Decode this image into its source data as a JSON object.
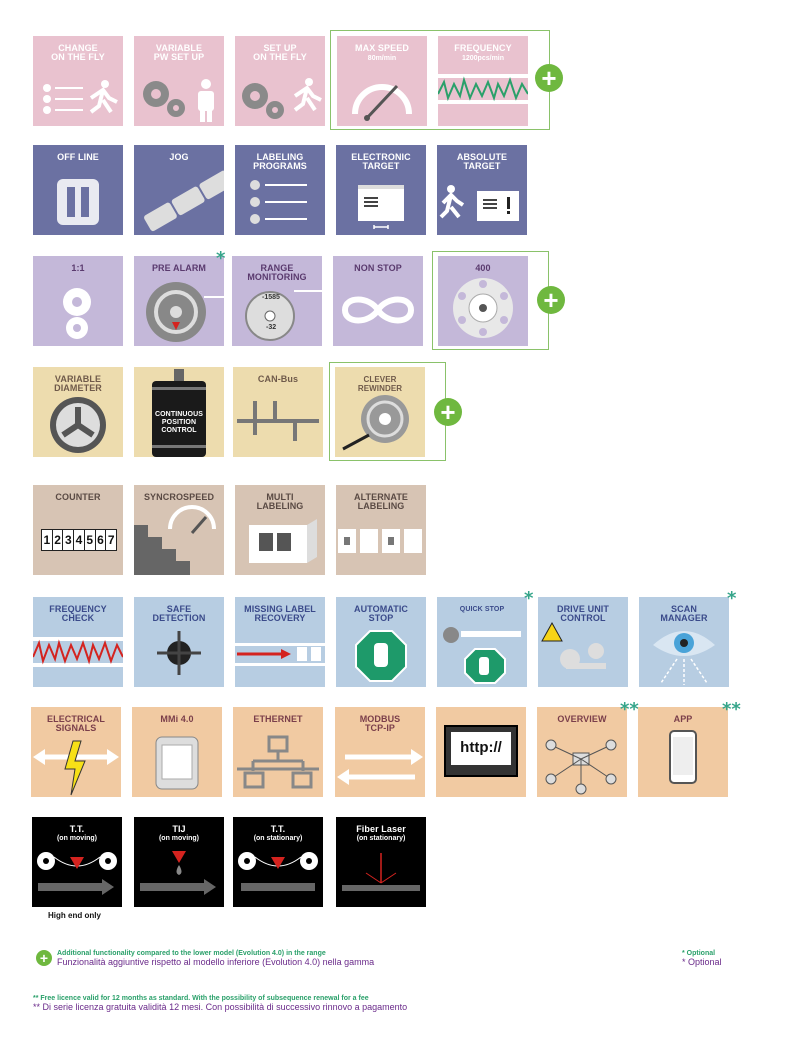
{
  "row1": {
    "change": "CHANGE\nON THE FLY",
    "variable": "VARIABLE\nPW SET UP",
    "setup": "SET UP\nON THE FLY",
    "maxspeed": "MAX SPEED",
    "maxspeed_sub": "80m/min",
    "frequency": "FREQUENCY",
    "frequency_sub": "1200pcs/min"
  },
  "row2": {
    "offline": "OFF LINE",
    "jog": "JOG",
    "labeling": "LABELING\nPROGRAMS",
    "electronic": "ELECTRONIC\nTARGET",
    "absolute": "ABSOLUTE\nTARGET"
  },
  "row3": {
    "ratio": "1:1",
    "prealarm": "PRE ALARM",
    "range": "RANGE\nMONITORING",
    "range_top": "-1585",
    "range_bottom": "-32",
    "nonstop": "NON STOP",
    "four": "400"
  },
  "row4": {
    "variable_diam": "VARIABLE\nDIAMETER",
    "continuous": "CONTINUOUS\nPOSITION\nCONTROL",
    "canbus": "CAN-Bus",
    "clever": "CLEVER\nREWINDER"
  },
  "row5": {
    "counter": "COUNTER",
    "digits": [
      "1",
      "2",
      "3",
      "4",
      "5",
      "6",
      "7"
    ],
    "syncro": "SYNCROSPEED",
    "multi": "MULTI\nLABELING",
    "alternate": "ALTERNATE\nLABELING"
  },
  "row6": {
    "freqcheck": "FREQUENCY\nCHECK",
    "safe": "SAFE\nDETECTION",
    "missing": "MISSING LABEL\nRECOVERY",
    "autostop": "AUTOMATIC\nSTOP",
    "quickstop": "QUICK STOP",
    "drive": "DRIVE UNIT\nCONTROL",
    "scan": "SCAN\nMANAGER"
  },
  "row7": {
    "electrical": "ELECTRICAL\nSIGNALS",
    "mmi": "MMi 4.0",
    "ethernet": "ETHERNET",
    "modbus": "MODBUS\nTCP-IP",
    "http": "http://",
    "overview": "OVERVIEW",
    "app": "APP"
  },
  "row8": {
    "tt1": "T.T.",
    "tt1_sub": "(on moving)",
    "tij": "TIJ",
    "tij_sub": "(on moving)",
    "tt2": "T.T.",
    "tt2_sub": "(on stationary)",
    "fiber": "Fiber Laser",
    "fiber_sub": "(on stationary)",
    "high_end": "High end only"
  },
  "marks": {
    "star1": "*",
    "star2": "**",
    "plus": "+"
  },
  "footer": {
    "additional_en": "Additional functionality compared to the lower model (Evolution 4.0) in the range",
    "additional_it": "Funzionalità aggiuntive rispetto al modello inferiore (Evolution 4.0) nella gamma",
    "optional_en": "* Optional",
    "optional_it": "* Optional",
    "licence_en": "** Free licence valid for 12 months as standard. With the possibility of subsequence renewal for a fee",
    "licence_it": "** Di serie licenza gratuita validità 12 mesi. Con possibilità di successivo rinnovo a pagamento"
  },
  "colors": {
    "pink": "#e9c2cf",
    "blue": "#6b71a2",
    "lavender": "#c4b8d9",
    "tan": "#eddcae",
    "beige": "#d7c4b4",
    "sky": "#b7cde2",
    "orange": "#f1caa2",
    "green_plus": "#6fb83f",
    "star_teal": "#35a58a"
  },
  "icons": [
    "list-icon",
    "gears-icon",
    "runner-icon",
    "gauge-icon",
    "wave-icon",
    "pause-icon",
    "jog-icon",
    "target-box-icon",
    "reel-icon",
    "infinity-icon",
    "stop-hand-icon",
    "eye-icon",
    "phone-icon",
    "monitor-icon",
    "network-icon",
    "arrows-icon",
    "lightning-icon",
    "printhead-icon"
  ]
}
